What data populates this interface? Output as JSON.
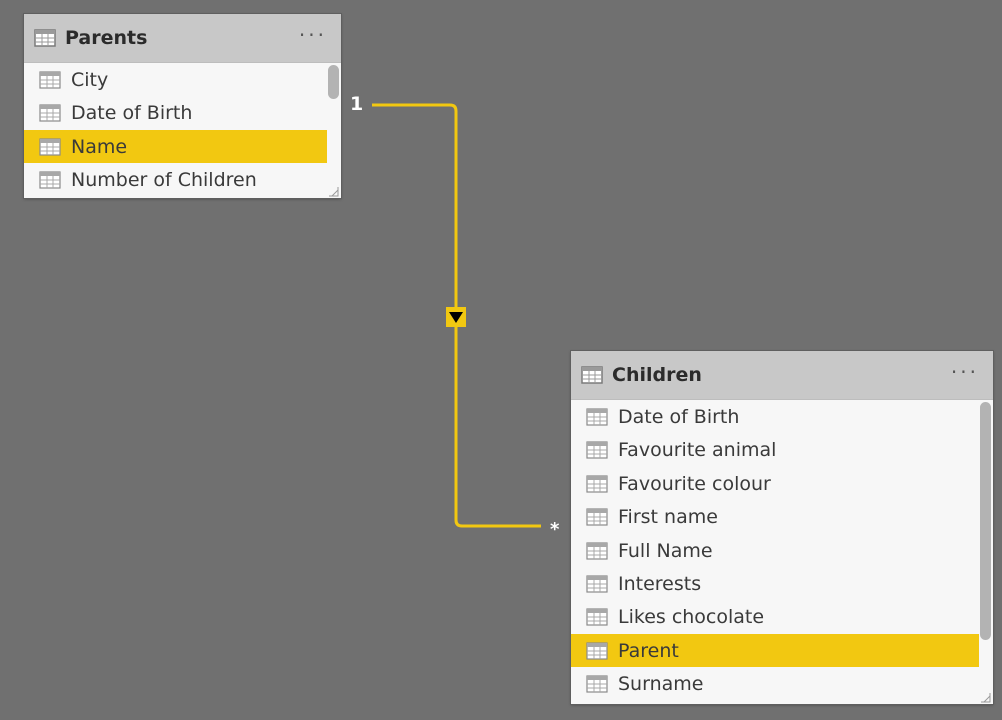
{
  "colors": {
    "canvas": "#707070",
    "accent": "#f2c811",
    "card_bg": "#f7f7f7",
    "header_bg": "#c8c8c8"
  },
  "parents": {
    "title": "Parents",
    "more_label": "···",
    "fields": [
      {
        "label": "City",
        "selected": false
      },
      {
        "label": "Date of Birth",
        "selected": false
      },
      {
        "label": "Name",
        "selected": true
      },
      {
        "label": "Number of Children",
        "selected": false
      }
    ]
  },
  "children": {
    "title": "Children",
    "more_label": "···",
    "fields": [
      {
        "label": "Date of Birth",
        "selected": false
      },
      {
        "label": "Favourite animal",
        "selected": false
      },
      {
        "label": "Favourite colour",
        "selected": false
      },
      {
        "label": "First name",
        "selected": false
      },
      {
        "label": "Full Name",
        "selected": false
      },
      {
        "label": "Interests",
        "selected": false
      },
      {
        "label": "Likes chocolate",
        "selected": false
      },
      {
        "label": "Parent",
        "selected": true
      },
      {
        "label": "Surname",
        "selected": false
      }
    ]
  },
  "relationship": {
    "from_cardinality": "1",
    "to_cardinality": "*",
    "filter_direction": "single",
    "icon": "filter-direction-arrow-icon"
  }
}
